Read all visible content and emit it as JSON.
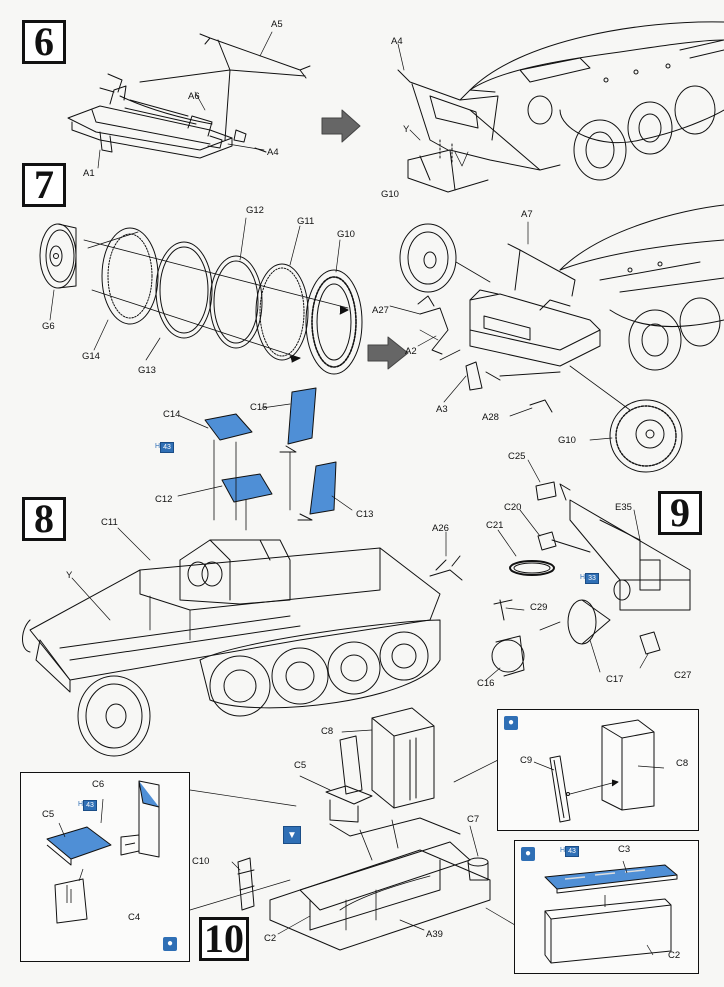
{
  "steps": {
    "s6": "6",
    "s7": "7",
    "s8": "8",
    "s9": "9",
    "s10": "10"
  },
  "labels": {
    "a5": "A5",
    "a6": "A6",
    "a4a": "A4",
    "a1": "A1",
    "a4b": "A4",
    "y1": "Y",
    "g12": "G12",
    "g11": "G11",
    "g10a": "G10",
    "g6": "G6",
    "g14": "G14",
    "g13": "G13",
    "g10b": "G10",
    "a7": "A7",
    "a27": "A27",
    "a2": "A2",
    "a3": "A3",
    "a28": "A28",
    "g10c": "G10",
    "c14": "C14",
    "c15": "C15",
    "c12": "C12",
    "c13": "C13",
    "c11": "C11",
    "y2": "Y",
    "a26": "A26",
    "c25": "C25",
    "c20": "C20",
    "c21": "C21",
    "e35": "E35",
    "c29": "C29",
    "c16": "C16",
    "c17": "C17",
    "c27": "C27",
    "c8a": "C8",
    "c5a": "C5",
    "c9": "C9",
    "c8b": "C8",
    "c6": "C6",
    "c5b": "C5",
    "c4": "C4",
    "c10": "C10",
    "c7": "C7",
    "c3": "C3",
    "c2a": "C2",
    "a39": "A39",
    "c2b": "C2"
  },
  "color_tags": {
    "t1": {
      "prefix": "H",
      "code": "43"
    },
    "t2": {
      "prefix": "H",
      "code": "33"
    },
    "t3": {
      "prefix": "H",
      "code": "43"
    },
    "t4": {
      "prefix": "H",
      "code": "43"
    }
  },
  "colors": {
    "accent_blue": "#4f8fd6",
    "tag_blue": "#2f6fb5",
    "line": "#111111"
  },
  "icons": [
    "right-arrow-icon",
    "paintbrush-icon",
    "glue-icon"
  ]
}
